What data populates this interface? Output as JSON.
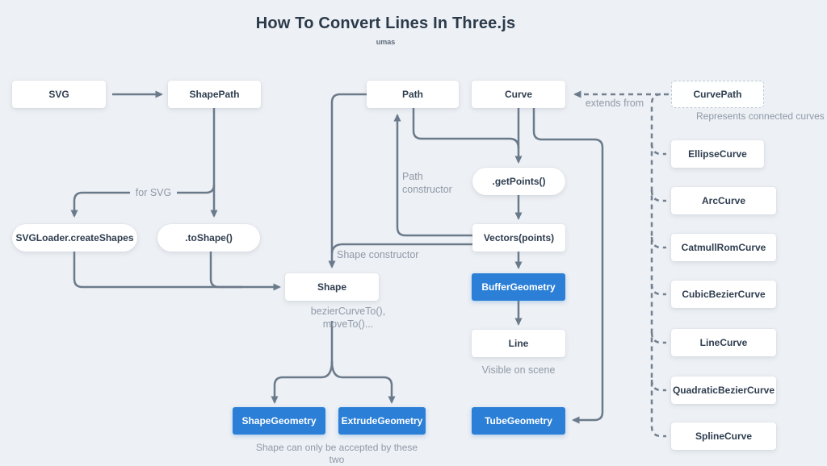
{
  "title": "How To Convert Lines In Three.js",
  "subtitle": "umas",
  "colors": {
    "background": "#edf0f4",
    "box_white": "#ffffff",
    "accent_blue": "#2b7fd6",
    "line_gray": "#6b7a8b",
    "text_dark": "#2e3d4f",
    "text_muted": "#8f9aa8"
  },
  "nodes": {
    "svg": {
      "label": "SVG"
    },
    "shape_path": {
      "label": "ShapePath"
    },
    "path": {
      "label": "Path"
    },
    "curve": {
      "label": "Curve"
    },
    "curve_path": {
      "label": "CurvePath"
    },
    "svg_loader": {
      "label": "SVGLoader.createShapes"
    },
    "to_shape": {
      "label": ".toShape()"
    },
    "get_points": {
      "label": ".getPoints()"
    },
    "vectors": {
      "label": "Vectors(points)"
    },
    "shape": {
      "label": "Shape"
    },
    "buffer_geometry": {
      "label": "BufferGeometry"
    },
    "line": {
      "label": "Line"
    },
    "tube_geometry": {
      "label": "TubeGeometry"
    },
    "shape_geometry": {
      "label": "ShapeGeometry"
    },
    "extrude_geometry": {
      "label": "ExtrudeGeometry"
    },
    "ellipse_curve": {
      "label": "EllipseCurve"
    },
    "arc_curve": {
      "label": "ArcCurve"
    },
    "catmull_rom_curve": {
      "label": "CatmullRomCurve"
    },
    "cubic_bezier_curve": {
      "label": "CubicBezierCurve"
    },
    "line_curve": {
      "label": "LineCurve"
    },
    "quadratic_bezier_curve": {
      "label": "QuadraticBezierCurve"
    },
    "spline_curve": {
      "label": "SplineCurve"
    }
  },
  "annotations": {
    "for_svg": "for SVG",
    "path_constructor": "Path constructor",
    "shape_constructor": "Shape constructor",
    "extends_from": "extends from",
    "represents_connected": "Represents connected curves",
    "bezier_methods": "bezierCurveTo(), moveTo()...",
    "visible_on_scene": "Visible on scene",
    "shape_accepted": "Shape can only be accepted by these two"
  }
}
